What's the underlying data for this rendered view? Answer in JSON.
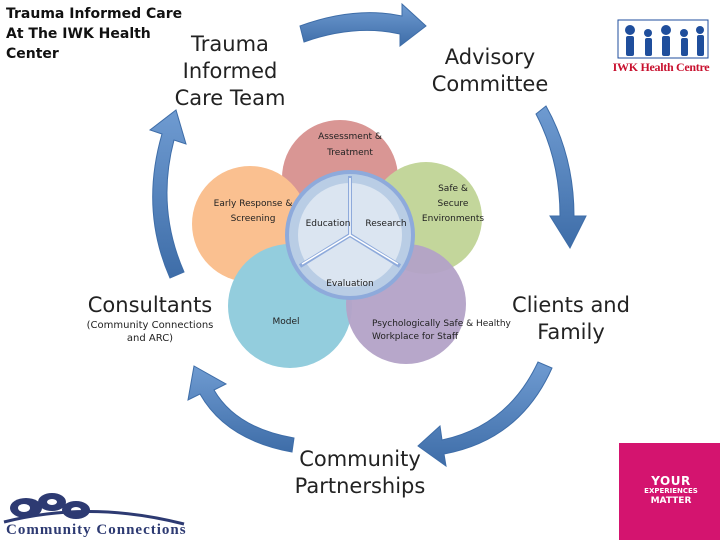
{
  "title": {
    "line1": "Trauma Informed Care",
    "line2": "At The IWK Health",
    "line3": "Center"
  },
  "nodes": {
    "trauma_team": [
      "Trauma",
      "Informed",
      "Care Team"
    ],
    "advisory": [
      "Advisory",
      "Committee"
    ],
    "clients": [
      "Clients and",
      "Family"
    ],
    "community": [
      "Community",
      "Partnerships"
    ],
    "consultants": "Consultants",
    "consultants_sub": [
      "(Community Connections",
      "and ARC)"
    ]
  },
  "petals": {
    "assessment": [
      "Assessment &",
      "Treatment"
    ],
    "safe": [
      "Safe &",
      "Secure",
      "Environments"
    ],
    "early": [
      "Early Response &",
      "Screening"
    ],
    "education": "Education",
    "research": "Research",
    "evaluation": "Evaluation",
    "model": "Model",
    "workplace": [
      "Psychologically Safe & Healthy",
      "Workplace for Staff"
    ]
  },
  "logos": {
    "iwk": "IWK Health Centre",
    "yem": [
      "YOUR",
      "EXPERIENCES",
      "MATTER"
    ],
    "cc": "Community Connections"
  },
  "colors": {
    "arrow": "#4f81bd",
    "assessment": "#d99694",
    "safe": "#c3d69b",
    "early": "#fac090",
    "model": "#93cddd",
    "workplace": "#b3a2c7",
    "iwk_red": "#c8102e",
    "iwk_blue": "#1f4e9c",
    "yem": "#d4146f"
  }
}
